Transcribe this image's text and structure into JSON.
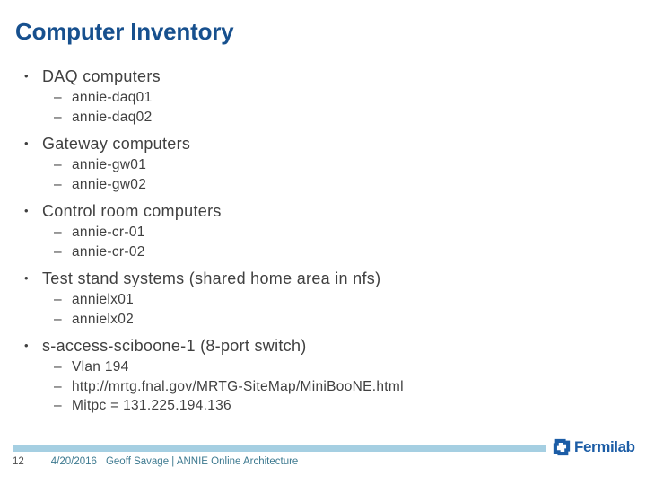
{
  "slide": {
    "title": "Computer Inventory"
  },
  "content": {
    "bullet_glyph": "•",
    "sub_bullet_glyph": "–",
    "items": [
      {
        "label": "DAQ computers",
        "children": [
          "annie-daq01",
          "annie-daq02"
        ]
      },
      {
        "label": "Gateway computers",
        "children": [
          "annie-gw01",
          "annie-gw02"
        ]
      },
      {
        "label": "Control room computers",
        "children": [
          "annie-cr-01",
          "annie-cr-02"
        ]
      },
      {
        "label": "Test stand systems (shared home area in nfs)",
        "children": [
          "annielx01",
          "annielx02"
        ]
      },
      {
        "label": "s-access-sciboone-1 (8-port switch)",
        "children": [
          "Vlan 194",
          "http://mrtg.fnal.gov/MRTG-SiteMap/MiniBooNE.html",
          "Mitpc = 131.225.194.136"
        ]
      }
    ]
  },
  "footer": {
    "page_number": "12",
    "date": "4/20/2016",
    "attribution": "Geoff Savage | ANNIE Online Architecture",
    "logo_text": "Fermilab"
  },
  "colors": {
    "title": "#17508e",
    "body_text": "#404040",
    "accent_bar": "#a5cfe2",
    "logo_blue": "#1c5da6",
    "footer_text": "#3e7a90",
    "page_number": "#4d4d4d"
  }
}
